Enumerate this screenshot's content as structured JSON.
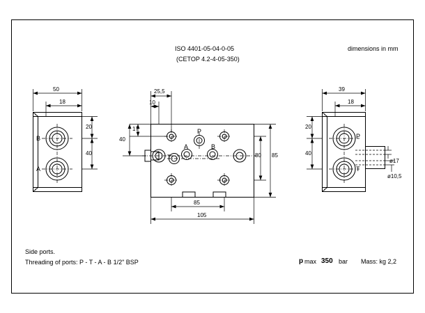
{
  "drawing": {
    "title_line1": "ISO 4401-05-04-0-05",
    "title_line2": "(CETOP 4.2-4-05-350)",
    "units_note": "dimensions in mm",
    "footer_note_1": "Side ports.",
    "footer_note_2": "Threading of ports:  P - T - A - B    1/2\" BSP",
    "pressure_label": "p",
    "pressure_mid": "max",
    "pressure_value": "350",
    "pressure_unit": "bar",
    "mass_label": "Mass: kg 2,2"
  },
  "left_view": {
    "name": "left-side-elevation",
    "dim_width": "50",
    "dim_top_offset": "18",
    "dim_b_to_top": "20",
    "dim_b_to_a": "40",
    "port_upper": "B",
    "port_lower": "A"
  },
  "top_view": {
    "name": "plan-view",
    "dim_25_5": "25,5",
    "dim_10": "10",
    "dim_17": "17",
    "dim_40": "40",
    "dim_80": "80",
    "dim_85_right": "85",
    "dim_85_bottom": "85",
    "dim_105": "105",
    "ports": [
      "P",
      "A",
      "B",
      "T"
    ]
  },
  "right_view": {
    "name": "right-side-elevation",
    "dim_width": "39",
    "dim_top_offset": "18",
    "dim_p_to_top": "20",
    "dim_p_to_t": "40",
    "port_upper": "P",
    "port_lower": "T",
    "hole_dia_1": "ø17",
    "hole_dia_2": "ø10,5"
  },
  "colors": {
    "line": "#000000",
    "background": "#ffffff",
    "fill_body": "#ffffff"
  }
}
